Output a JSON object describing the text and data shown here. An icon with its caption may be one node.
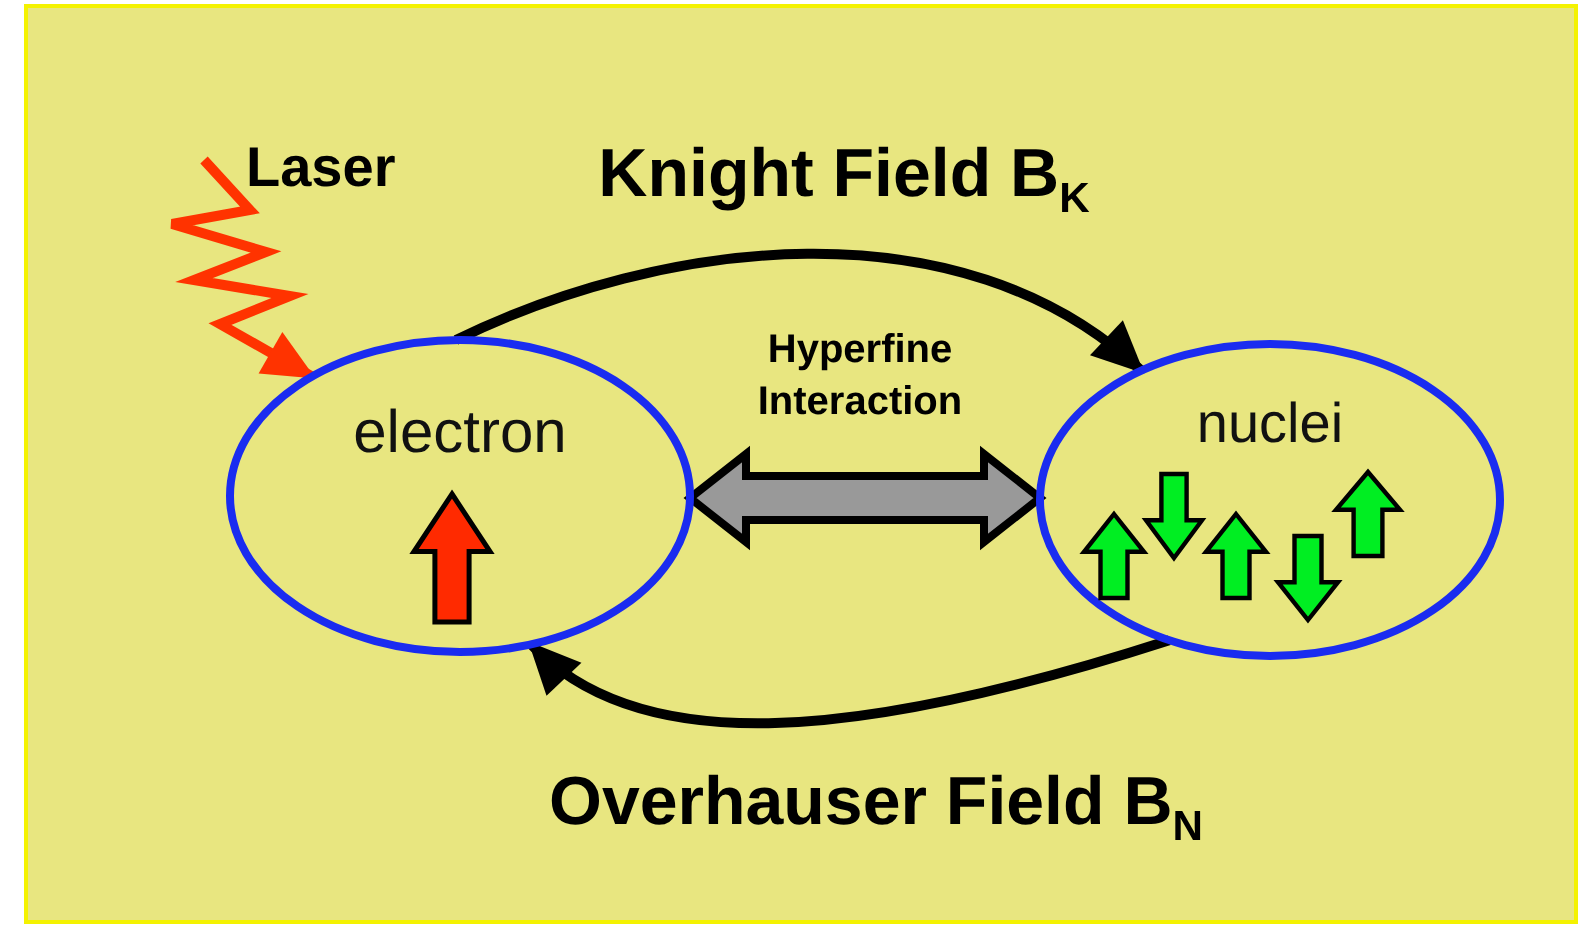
{
  "diagram": {
    "nodes": [
      {
        "text": [
          "electron"
        ]
      },
      {
        "text": [
          "nuclei"
        ]
      }
    ],
    "edges": [
      {
        "from": 0,
        "to": 1,
        "arrow": "to",
        "label": "Knight Field B$_{K}$"
      },
      {
        "from": 0,
        "to": 1,
        "arrow": "both",
        "label": "Hyperfine Interaction",
        "style": "thick",
        "color": "#999999"
      },
      {
        "from": 1,
        "to": 0,
        "arrow": "to",
        "label": "Overhauser Field B$_{N}$"
      },
      {
        "from": null,
        "to": 0,
        "arrow": "to",
        "color": "#ff3300"
      }
    ],
    "labels": [
      "Laser"
    ]
  }
}
